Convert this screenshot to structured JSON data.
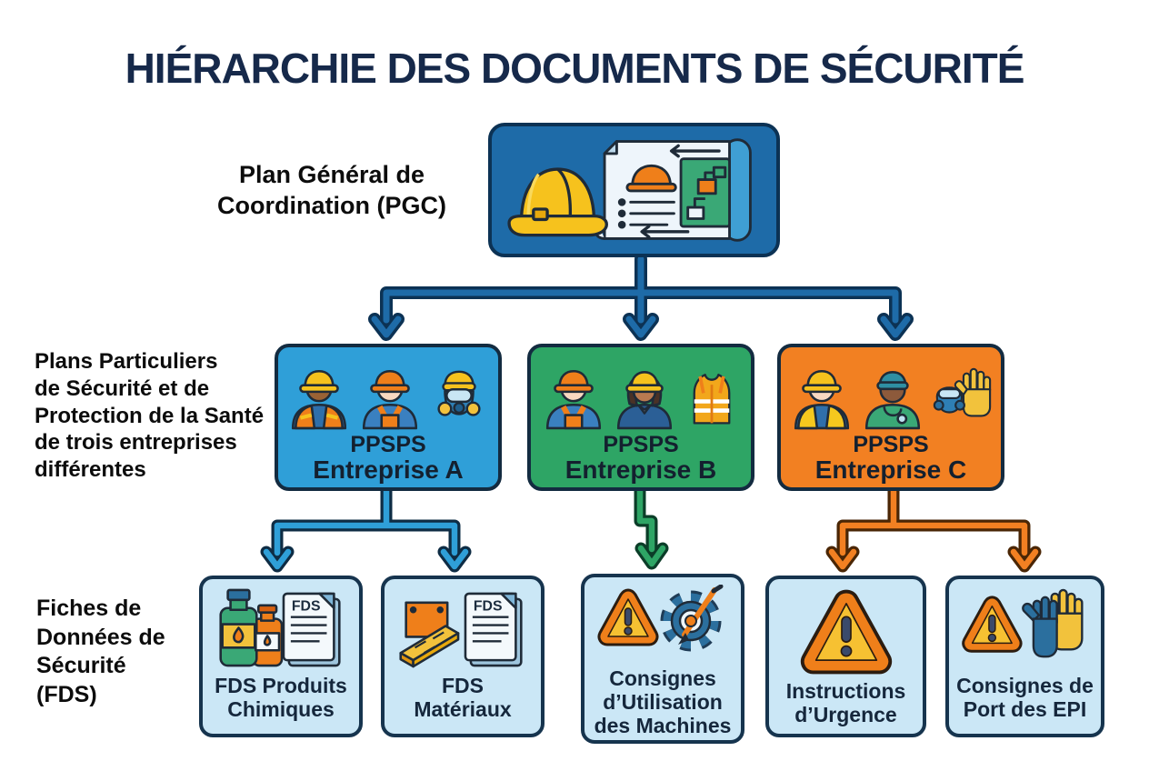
{
  "title": "HIÉRARCHIE DES DOCUMENTS DE SÉCURITÉ",
  "level1": {
    "caption": "Plan Général de\nCoordination (PGC)",
    "box_icons": [
      "hard-hat",
      "blueprint-scroll",
      "flowchart-panel"
    ]
  },
  "level2": {
    "caption": "Plans Particuliers\nde Sécurité et de\nProtection de la Santé\nde trois entreprises\ndifférentes",
    "boxes": [
      {
        "line1": "PPSPS",
        "line2": "Entreprise A",
        "color": "#2f9fd8",
        "icons": [
          "worker-vest",
          "worker-overalls",
          "respirator-mask"
        ]
      },
      {
        "line1": "PPSPS",
        "line2": "Entreprise B",
        "color": "#2ea565",
        "icons": [
          "worker-overalls",
          "worker-woman",
          "safety-vest"
        ]
      },
      {
        "line1": "PPSPS",
        "line2": "Entreprise C",
        "color": "#f28022",
        "icons": [
          "worker-vest",
          "medic",
          "gloves-and-mask"
        ]
      }
    ]
  },
  "level3": {
    "caption": "Fiches de\nDonnées de\nSécurité\n(FDS)",
    "fds_doc_label": "FDS",
    "boxes": [
      {
        "label": "FDS Produits\nChimiques",
        "icons": [
          "chemical-bottles",
          "fds-document"
        ]
      },
      {
        "label": "FDS\nMatériaux",
        "icons": [
          "wood-plank",
          "fds-document"
        ]
      },
      {
        "label": "Consignes\nd’Utilisation\ndes Machines",
        "icons": [
          "warning-triangle",
          "gear-tool"
        ]
      },
      {
        "label": "Instructions\nd’Urgence",
        "icons": [
          "warning-triangle"
        ]
      },
      {
        "label": "Consignes de\nPort des EPI",
        "icons": [
          "warning-triangle",
          "gloves"
        ]
      }
    ]
  },
  "colors": {
    "title": "#16294a",
    "pgc_fill": "#1e6ba8",
    "boxA_fill": "#2f9fd8",
    "boxB_fill": "#2ea565",
    "boxC_fill": "#f28022",
    "level3_fill": "#cbe7f6",
    "arrow_blue": "#1e6ba8",
    "arrow_lightblue": "#2f9fd8",
    "arrow_green": "#2ea565",
    "arrow_orange": "#f28022"
  }
}
